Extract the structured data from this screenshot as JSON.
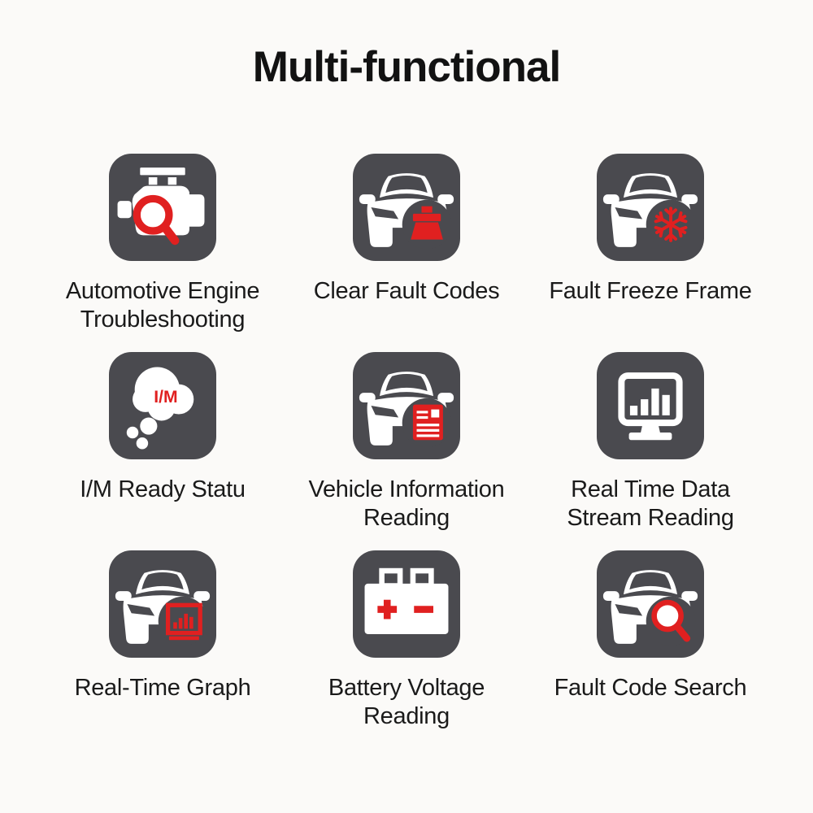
{
  "title": "Multi-functional",
  "colors": {
    "background": "#fbfaf8",
    "tile_background": "#4a4a4f",
    "icon_foreground": "#ffffff",
    "accent_red": "#e02020",
    "text": "#1a1a1a"
  },
  "features": [
    {
      "label": "Automotive Engine\nTroubleshooting",
      "icon": "engine-magnifier-icon"
    },
    {
      "label": "Clear Fault Codes",
      "icon": "car-eraser-icon"
    },
    {
      "label": "Fault Freeze Frame",
      "icon": "car-snowflake-icon"
    },
    {
      "label": "I/M Ready Statu",
      "icon": "thought-bubble-im-icon",
      "bubble_text": "I/M"
    },
    {
      "label": "Vehicle Information\nReading",
      "icon": "car-document-icon"
    },
    {
      "label": "Real Time Data\nStream Reading",
      "icon": "monitor-bar-chart-icon"
    },
    {
      "label": "Real-Time Graph",
      "icon": "car-chart-icon"
    },
    {
      "label": "Battery Voltage\nReading",
      "icon": "battery-icon"
    },
    {
      "label": "Fault Code Search",
      "icon": "car-magnifier-icon"
    }
  ]
}
